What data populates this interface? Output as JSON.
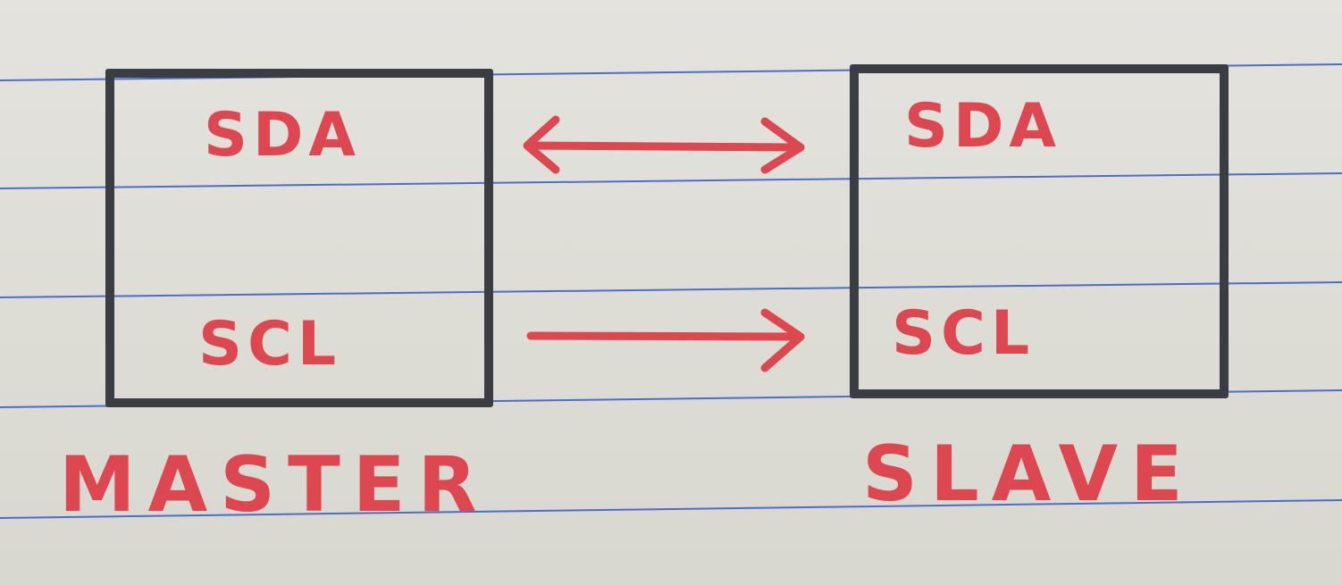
{
  "master": {
    "title": "MASTER",
    "pins": {
      "data": "SDA",
      "clock": "SCL"
    }
  },
  "slave": {
    "title": "SLAVE",
    "pins": {
      "data": "SDA",
      "clock": "SCL"
    }
  },
  "links": [
    {
      "from": "master.SDA",
      "to": "slave.SDA",
      "direction": "bidirectional"
    },
    {
      "from": "master.SCL",
      "to": "slave.SCL",
      "direction": "unidirectional"
    }
  ],
  "colors": {
    "ink_red": "#dc4750",
    "box_outline": "#3b3d44",
    "rule_line": "#4a6fc8",
    "paper": "#e0dfd9"
  }
}
